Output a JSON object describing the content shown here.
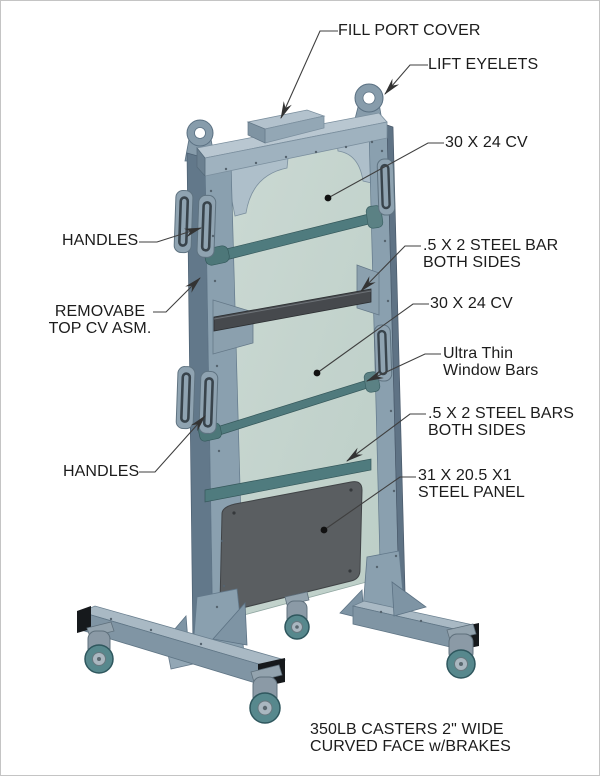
{
  "figure": {
    "type": "technical-illustration",
    "subject": "Mobile A-frame glass/cover transport cart on casters, annotated CAD drawing",
    "labels": {
      "fill_port_cover": "FILL PORT COVER",
      "lift_eyelets": "LIFT EYELETS",
      "cv_top": "30 X 24 CV",
      "handles_upper": "HANDLES",
      "removable_top_cv": "REMOVABE\nTOP CV ASM.",
      "steel_bar_upper": ".5 X 2 STEEL BAR\nBOTH SIDES",
      "cv_mid": "30 X 24 CV",
      "ultra_thin": "Ultra Thin\nWindow Bars",
      "steel_bars_lower": ".5 X 2 STEEL BARS\nBOTH SIDES",
      "steel_panel": "31 X 20.5 X1\nSTEEL PANEL",
      "handles_lower": "HANDLES",
      "casters_caption": "350LB CASTERS 2\" WIDE\nCURVED FACE w/BRAKES"
    },
    "colors": {
      "background": "#ffffff",
      "border": "#c4c4c4",
      "frame_light": "#8aa0af",
      "frame_dark": "#62788a",
      "glass_cover": "#c3d3cc",
      "window_bar_teal": "#4f7b7e",
      "steel_bar_dark": "#46494d",
      "steel_panel_gray": "#5a5e61",
      "caster_wheel_teal": "#57888d",
      "end_cap_black": "#16191c",
      "text": "#1c1c1c",
      "leader_line": "#3f3f3f"
    }
  }
}
